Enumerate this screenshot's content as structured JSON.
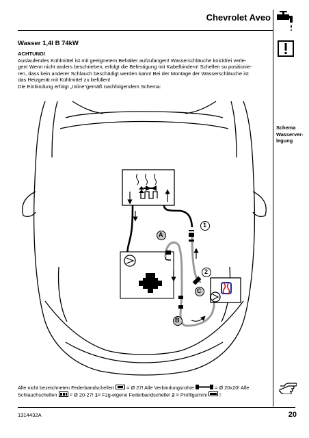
{
  "header": {
    "title": "Chevrolet Aveo"
  },
  "section": {
    "heading": "Wasser 1,4l B 74kW"
  },
  "body": {
    "warning_title": "ACHTUNG!",
    "lines": [
      "Auslaufendes Kühlmittel ist mit geeignetem Behälter aufzufangen! Wasserschläuche knickfrei verle-",
      "gen! Wenn nicht anders beschrieben, erfolgt die Befestigung mit Kabelbindern! Schellen so positionie-",
      "ren, dass kein anderer Schlauch beschädigt werden kann! Bei der Montage der Wasserschläuche ist",
      "das Heizgerät mit Kühlmittel zu befüllen!",
      "Die Einbindung erfolgt „Inline“gemäß nachfolgendem Schema:"
    ]
  },
  "sidebar": {
    "schema_label_1": "Schema",
    "schema_label_2": "Wasserver-",
    "schema_label_3": "legung"
  },
  "diagram": {
    "labels": {
      "a": "A",
      "b": "B",
      "c": "C",
      "one": "1",
      "two": "2"
    }
  },
  "footer_note": {
    "line1_a": "Alle nicht bezeichneten Federbandschellen",
    "line1_b": "= Ø 27! Alle Verbindungsrohre",
    "line1_c": "= Ø 20x20! Alle",
    "line2_a": "Schlauchschellen",
    "line2_b": "= Ø 20-27!",
    "line2_c": "1=",
    "line2_d": "Fzg-eigene Federbandschelle!",
    "line2_e": "2 =",
    "line2_f": "Profilgummi",
    "line2_g": "!"
  },
  "footer": {
    "doc_number": "1314432A",
    "page_number": "20"
  }
}
